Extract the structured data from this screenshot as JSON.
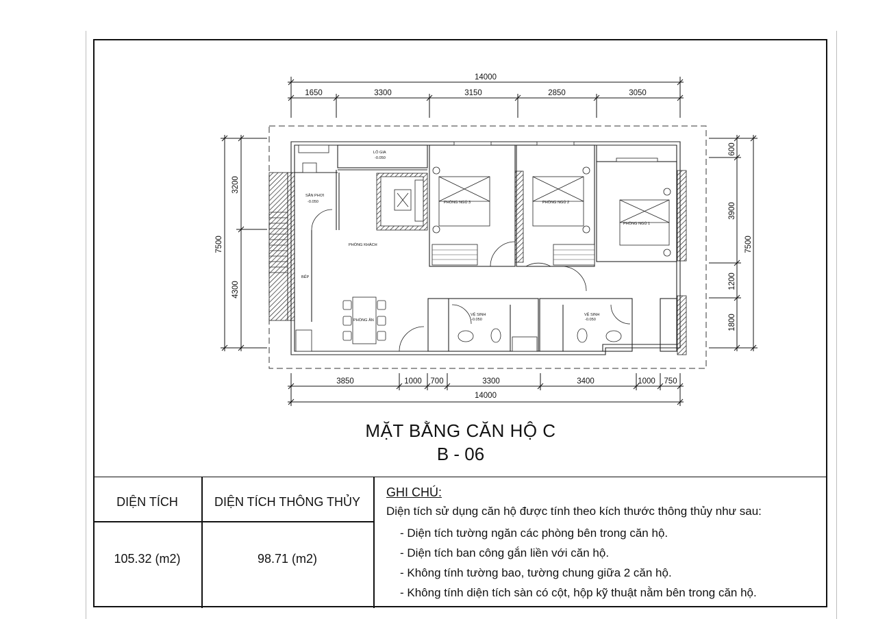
{
  "drawing": {
    "overall_width": "14000",
    "overall_height": "7500",
    "top_dims": [
      "1650",
      "3300",
      "3150",
      "2850",
      "3050"
    ],
    "bottom_dims": [
      "3850",
      "1000",
      "700",
      "3300",
      "3400",
      "1000",
      "750"
    ],
    "left_dims": [
      "3200",
      "4300"
    ],
    "right_dims": [
      "600",
      "3900",
      "1200",
      "1800"
    ],
    "rooms": {
      "lo_gia": "LÔ GIA",
      "lo_gia_level": "-0.050",
      "san_phoi": "SÂN PHƠI",
      "san_phoi_level": "-0.050",
      "phong_khach": "PHÒNG KHÁCH",
      "phong_ngu_3": "PHÒNG NGỦ 3",
      "phong_ngu_2": "PHÒNG NGỦ 2",
      "phong_ngu_1": "PHÒNG NGỦ 1",
      "bep": "BẾP",
      "phong_an": "PHÒNG ĂN",
      "ve_sinh_1": "VỆ SINH",
      "ve_sinh_1_level": "-0.050",
      "ve_sinh_2": "VỆ SINH",
      "ve_sinh_2_level": "-0.050"
    }
  },
  "title": {
    "line1": "MẶT BẰNG CĂN HỘ C",
    "line2": "B - 06"
  },
  "table": {
    "header_area": "DIỆN TÍCH",
    "header_clear_area": "DIỆN TÍCH THÔNG THỦY",
    "value_area": "105.32 (m2)",
    "value_clear_area": "98.71 (m2)"
  },
  "notes": {
    "title": "GHI CHÚ:",
    "intro": "Diện tích sử dụng căn hộ được tính theo kích thước thông thủy như sau:",
    "items": [
      "- Diện tích tường ngăn các phòng bên trong căn hộ.",
      "- Diện tích ban công gắn liền với căn hộ.",
      "- Không tính tường bao, tường chung giữa 2 căn hộ.",
      "- Không tính diện tích sàn có cột, hộp kỹ thuật nằm bên trong căn hộ."
    ]
  }
}
